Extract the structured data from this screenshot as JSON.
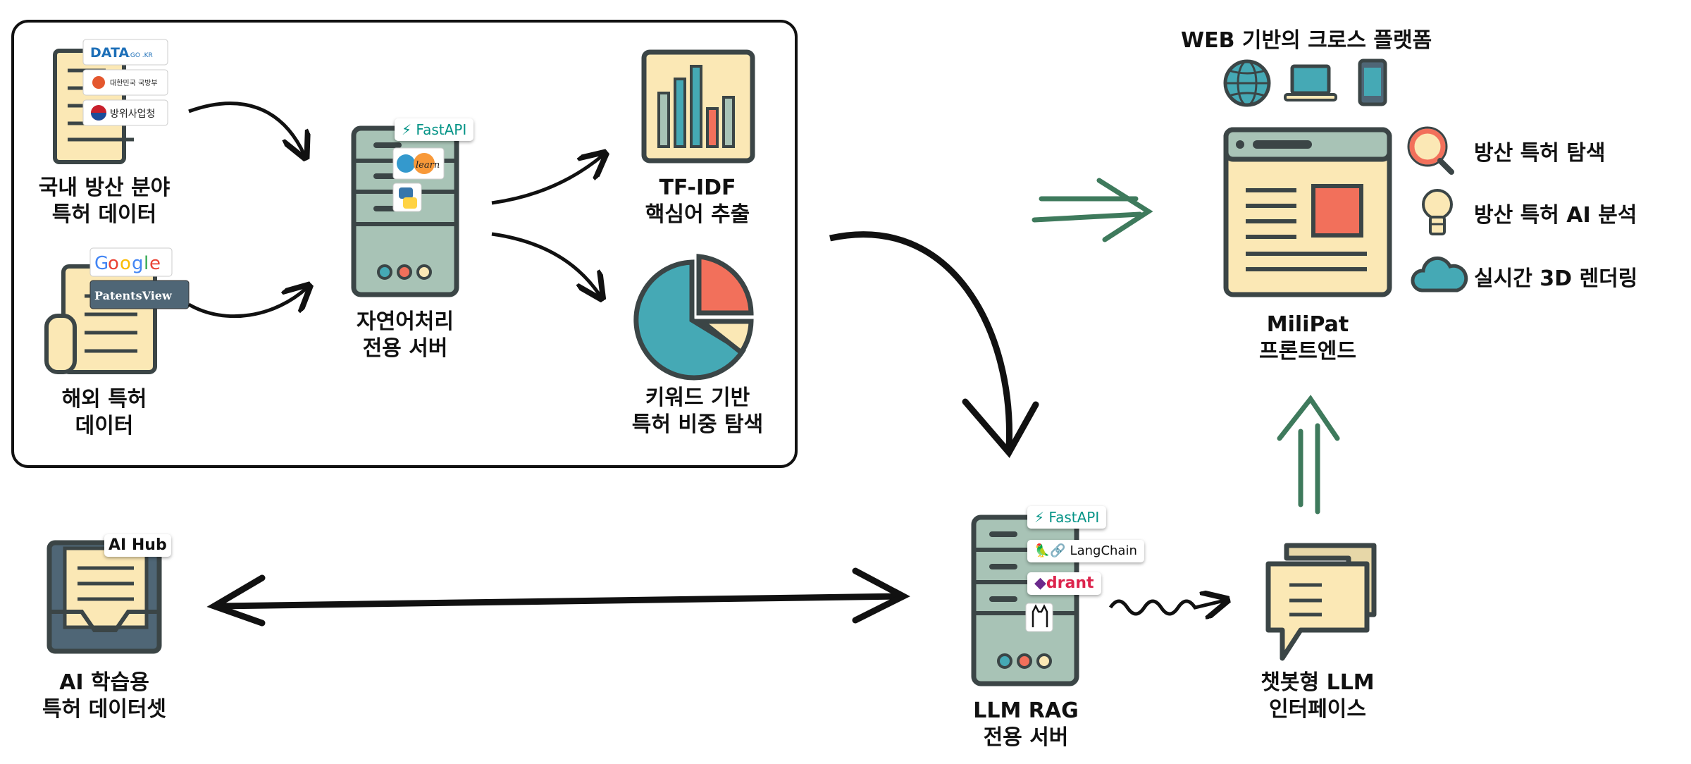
{
  "sources": {
    "domestic": {
      "line1": "국내 방산 분야",
      "line2": "특허 데이터",
      "logos": [
        "DATA .GO .KR",
        "대한민국 국방부",
        "방위사업청"
      ]
    },
    "overseas": {
      "line1": "해외 특허",
      "line2": "데이터",
      "logos": [
        "Google",
        "PatentsView"
      ]
    }
  },
  "nlp_server": {
    "line1": "자연어처리",
    "line2": "전용 서버",
    "tags": [
      "FastAPI",
      "learn"
    ]
  },
  "tfidf": {
    "line1": "TF-IDF",
    "line2": "핵심어 추출"
  },
  "keyword": {
    "line1": "키워드 기반",
    "line2": "특허 비중 탐색"
  },
  "ai_hub": {
    "line1": "AI 학습용",
    "line2": "특허 데이터셋",
    "badge": "AI Hub"
  },
  "rag_server": {
    "line1": "LLM RAG",
    "line2": "전용 서버",
    "tags": [
      "FastAPI",
      "LangChain",
      "drant"
    ]
  },
  "chatbot": {
    "line1": "챗봇형 LLM",
    "line2": "인터페이스"
  },
  "frontend": {
    "line1": "MiliPat",
    "line2": "프론트엔드",
    "header": "WEB 기반의 크로스 플랫폼"
  },
  "features": [
    "방산 특허 탐색",
    "방산 특허 AI 분석",
    "실시간 3D 렌더링"
  ],
  "colors": {
    "outline": "#3b4546",
    "paper": "#fbe8b5",
    "teal": "#45a9b5",
    "red": "#f2705b",
    "server": "#a8c3b6",
    "green_arrow": "#3e7a5c",
    "blue_dark": "#4f6676"
  }
}
